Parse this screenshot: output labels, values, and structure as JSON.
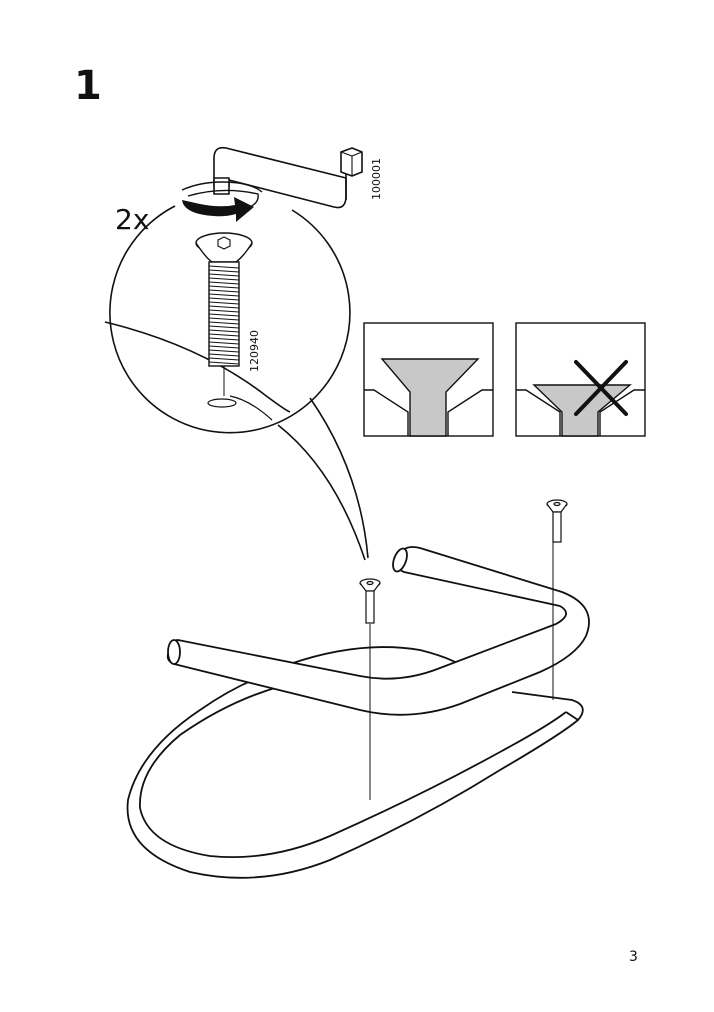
{
  "step": {
    "number": "1"
  },
  "page": {
    "number": "3"
  },
  "hardware": {
    "tool_code": "100001",
    "screw_code": "120940",
    "quantity": "2x"
  },
  "icons": [
    "allen-key-icon",
    "rotate-arrow-icon",
    "screw-icon",
    "cross-mark-icon"
  ],
  "colors": {
    "line": "#111111",
    "fill_grey": "#c8c8c8"
  }
}
